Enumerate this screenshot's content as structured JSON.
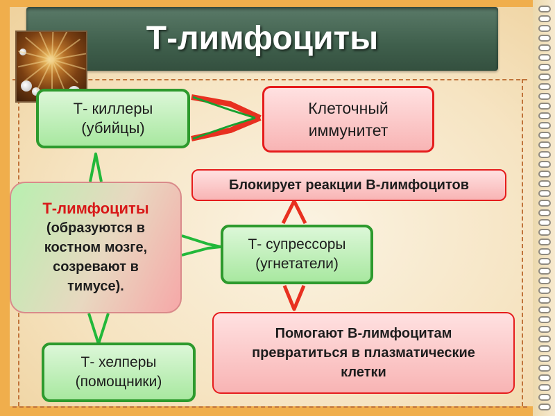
{
  "title": "Т-лимфоциты",
  "image_alt": "микрофотография клетки",
  "boxes": {
    "killers": {
      "line1": "Т- киллеры",
      "line2": "(убийцы)"
    },
    "cellular": {
      "line1": "Клеточный",
      "line2": "иммунитет"
    },
    "blocks": {
      "text": "Блокирует реакции В-лимфоцитов"
    },
    "main": {
      "head": "Т-лимфоциты",
      "line1": "(образуются в",
      "line2": "костном мозге,",
      "line3": "созревают в",
      "line4": "тимусе)."
    },
    "suppressors": {
      "line1": "Т- супрессоры",
      "line2": "(угнетатели)"
    },
    "helps": {
      "line1": "Помогают В-лимфоцитам",
      "line2": "превратиться в плазматические",
      "line3": "клетки"
    },
    "helpers": {
      "line1": "Т- хелперы",
      "line2": "(помощники)"
    }
  },
  "colors": {
    "frame": "#f0ae4c",
    "title_bg": "#3f5f4c",
    "green_border": "#2d9a2d",
    "red_border": "#e51c1c",
    "arrow_green": "#22b83a",
    "arrow_red": "#e83020"
  }
}
